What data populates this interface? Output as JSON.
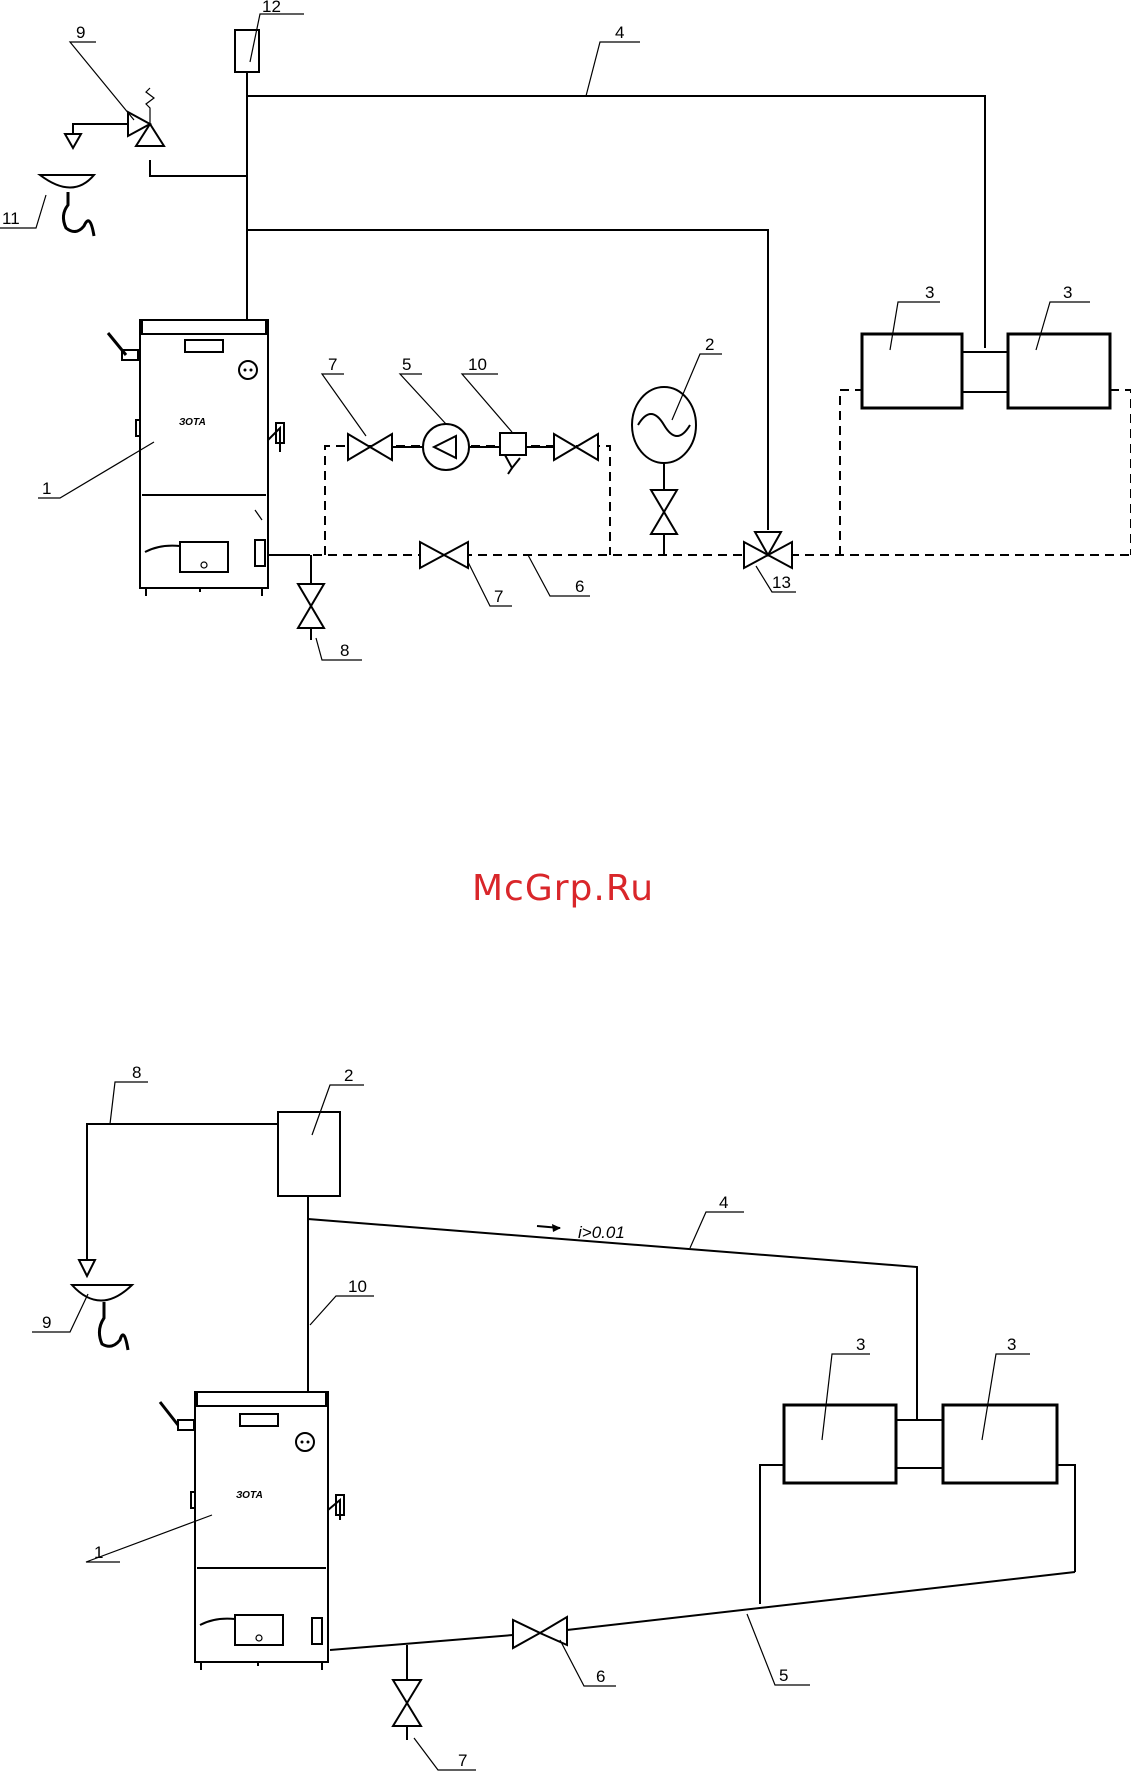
{
  "watermark": "McGrp.Ru",
  "boiler_brand": "ЗОТА",
  "top_diagram": {
    "labels": {
      "boiler": "1",
      "expansion_tank": "2",
      "radiator_left": "3",
      "radiator_right": "3",
      "supply_line": "4",
      "pump": "5",
      "return_line": "6",
      "valve_upper_left": "7",
      "valve_bypass": "7",
      "drain_valve": "8",
      "safety_valve": "9",
      "filter": "10",
      "drain_funnel": "11",
      "air_vent": "12",
      "three_way_valve": "13"
    }
  },
  "bottom_diagram": {
    "slope_note": "i>0.01",
    "labels": {
      "boiler": "1",
      "expansion_tank": "2",
      "radiator_left": "3",
      "radiator_right": "3",
      "supply_line": "4",
      "return_line": "5",
      "valve": "6",
      "drain_valve": "7",
      "overflow_line": "8",
      "drain_funnel": "9",
      "riser": "10"
    }
  }
}
